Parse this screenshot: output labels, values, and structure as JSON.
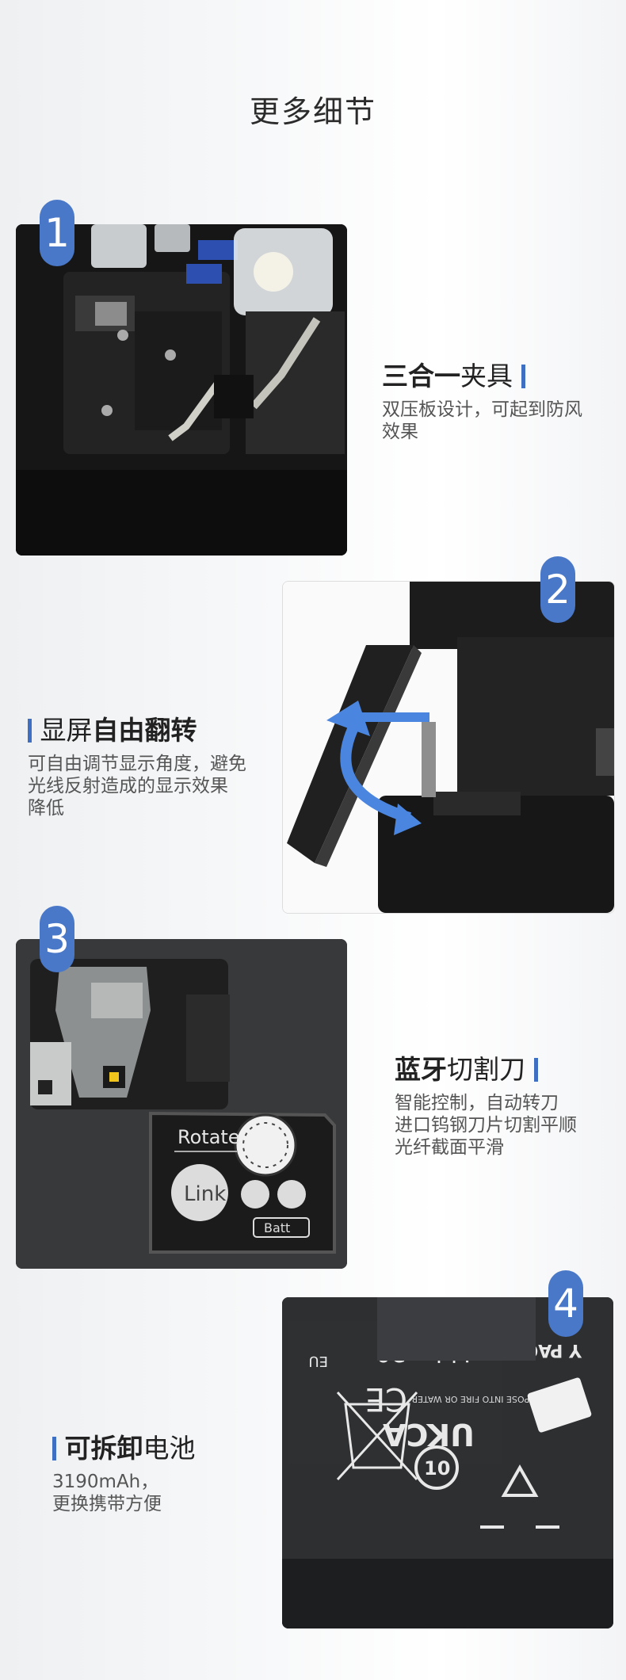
{
  "page_title": "更多细节",
  "features": [
    {
      "number": "1",
      "title_bold": "三合一",
      "title_normal": "夹具",
      "desc_lines": [
        "双压板设计，可起到防风",
        "效果"
      ]
    },
    {
      "number": "2",
      "title_normal": "显屏",
      "title_bold": "自由翻转",
      "desc_lines": [
        "可自由调节显示角度，避免",
        "光线反射造成的显示效果",
        "降低"
      ]
    },
    {
      "number": "3",
      "title_bold": "蓝牙",
      "title_normal": "切割刀",
      "desc_lines": [
        "智能控制，自动转刀",
        "进口钨钢刀片切割平顺",
        "光纤截面平滑"
      ]
    },
    {
      "number": "4",
      "title_bold": "可拆卸",
      "title_normal": "电池",
      "desc_lines": [
        "3190mAh，",
        "更换携带方便"
      ]
    }
  ],
  "cleaver_panel": {
    "rotate_label": "Rotate",
    "link_label": "Link",
    "batt_label": "Batt"
  },
  "battery_label": {
    "li_ion": "Li-ion20",
    "eu": "EU",
    "ukca": "UKCA",
    "ce": "CE",
    "pack": "Y PACK",
    "fire": "NOT DISPOSE INTO FIRE OR WATER"
  },
  "accent_color": "#4a78c8"
}
